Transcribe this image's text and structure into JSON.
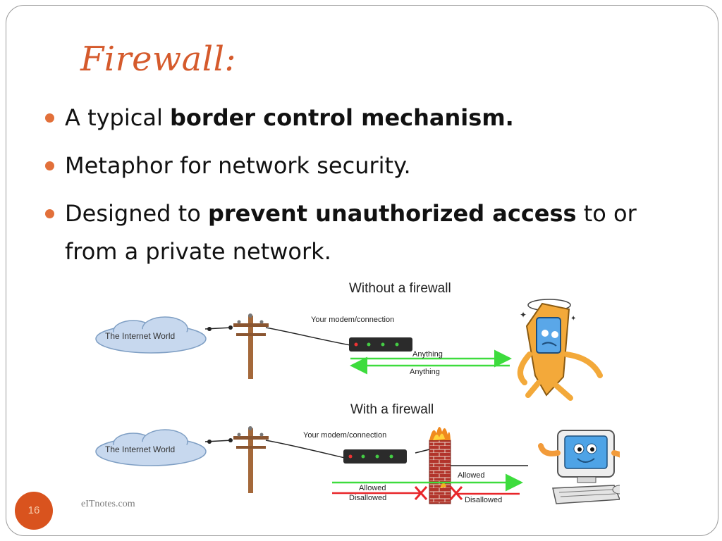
{
  "slide": {
    "title": "Firewall:",
    "bullets": [
      {
        "pre": "A typical ",
        "bold": "border control mechanism.",
        "post": ""
      },
      {
        "pre": "Metaphor for network security.",
        "bold": "",
        "post": ""
      },
      {
        "pre": "Designed to ",
        "bold": "prevent unauthorized access",
        "post": " to or from a private network."
      }
    ],
    "page_number": "16",
    "footer": "eITnotes.com"
  },
  "diagram": {
    "top_heading": "Without a firewall",
    "bottom_heading": "With a firewall",
    "internet_label": "The Internet World",
    "modem_label": "Your modem/connection",
    "top_flow_labels": [
      "Anything",
      "Anything"
    ],
    "allowed_labels": [
      "Allowed",
      "Allowed"
    ],
    "disallowed_labels": [
      "Disallowed",
      "Disallowed"
    ],
    "colors": {
      "accent": "#e2703a",
      "title": "#d55a2c",
      "page_circle": "#d9531e",
      "allowed_arrow": "#3ddc3d",
      "disallowed_arrow": "#e8262a",
      "cloud": "#c7d8ee",
      "pole": "#a4683a",
      "brick": "#b2342b"
    }
  }
}
